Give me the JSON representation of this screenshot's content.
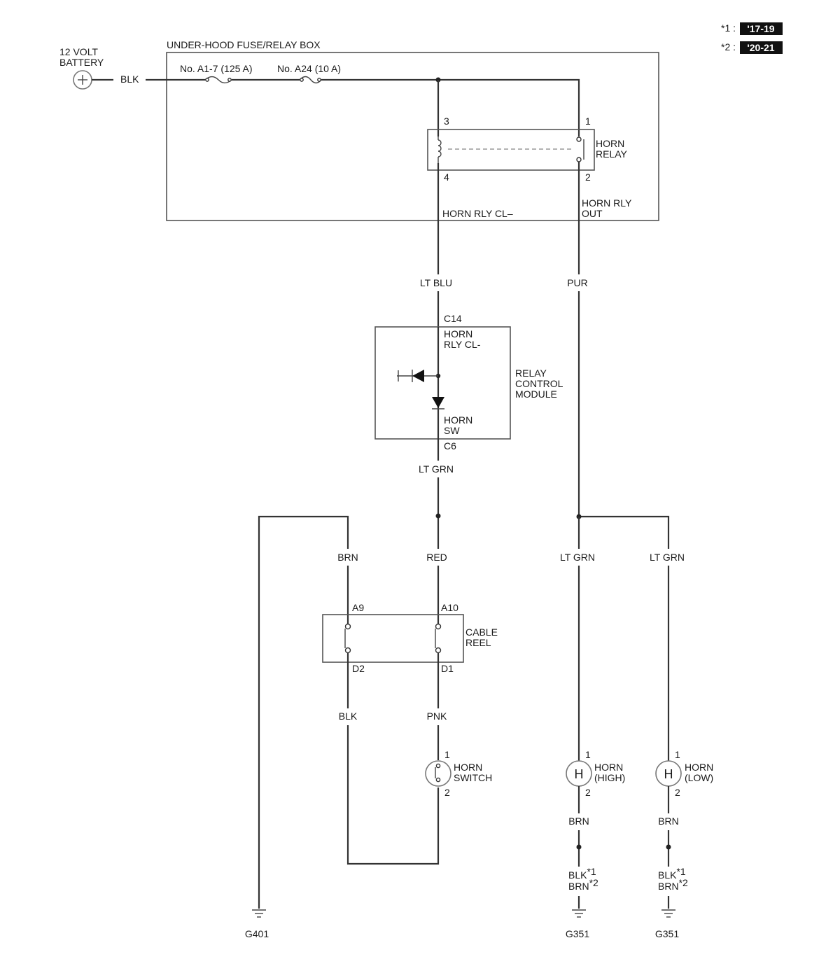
{
  "legend": [
    {
      "marker": "*1 :",
      "value": "'17-19"
    },
    {
      "marker": "*2 :",
      "value": "'20-21"
    }
  ],
  "battery": {
    "line1": "12 VOLT",
    "line2": "BATTERY",
    "wire": "BLK"
  },
  "fuse_box": {
    "title": "UNDER-HOOD FUSE/RELAY BOX",
    "fuse1": "No. A1-7 (125 A)",
    "fuse2": "No. A24 (10 A)"
  },
  "horn_relay": {
    "line1": "HORN",
    "line2": "RELAY",
    "pin3": "3",
    "pin1": "1",
    "pin4": "4",
    "pin2": "2",
    "cl_label": "HORN RLY CL–",
    "out_line1": "HORN RLY",
    "out_line2": "OUT"
  },
  "wires": {
    "lt_blu": "LT BLU",
    "pur": "PUR",
    "lt_grn_mid": "LT GRN",
    "brn_top": "BRN",
    "red": "RED",
    "lt_grn_high": "LT GRN",
    "lt_grn_low": "LT GRN",
    "blk_lower": "BLK",
    "pnk": "PNK",
    "brn_high": "BRN",
    "brn_low": "BRN"
  },
  "relay_module": {
    "line1": "RELAY",
    "line2": "CONTROL",
    "line3": "MODULE",
    "c14": "C14",
    "cl_line1": "HORN",
    "cl_line2": "RLY CL-",
    "sw_line1": "HORN",
    "sw_line2": "SW",
    "c6": "C6"
  },
  "cable_reel": {
    "line1": "CABLE",
    "line2": "REEL",
    "a9": "A9",
    "a10": "A10",
    "d2": "D2",
    "d1": "D1"
  },
  "horn_switch": {
    "line1": "HORN",
    "line2": "SWITCH",
    "pin1": "1",
    "pin2": "2"
  },
  "horn_high": {
    "line1": "HORN",
    "line2": "(HIGH)",
    "pin1": "1",
    "pin2": "2",
    "symbol": "H"
  },
  "horn_low": {
    "line1": "HORN",
    "line2": "(LOW)",
    "pin1": "1",
    "pin2": "2",
    "symbol": "H"
  },
  "ground_wire_high": {
    "w1": "BLK",
    "m1": "*1",
    "w2": "BRN",
    "m2": "*2"
  },
  "ground_wire_low": {
    "w1": "BLK",
    "m1": "*1",
    "w2": "BRN",
    "m2": "*2"
  },
  "grounds": {
    "g401": "G401",
    "g351_high": "G351",
    "g351_low": "G351"
  }
}
